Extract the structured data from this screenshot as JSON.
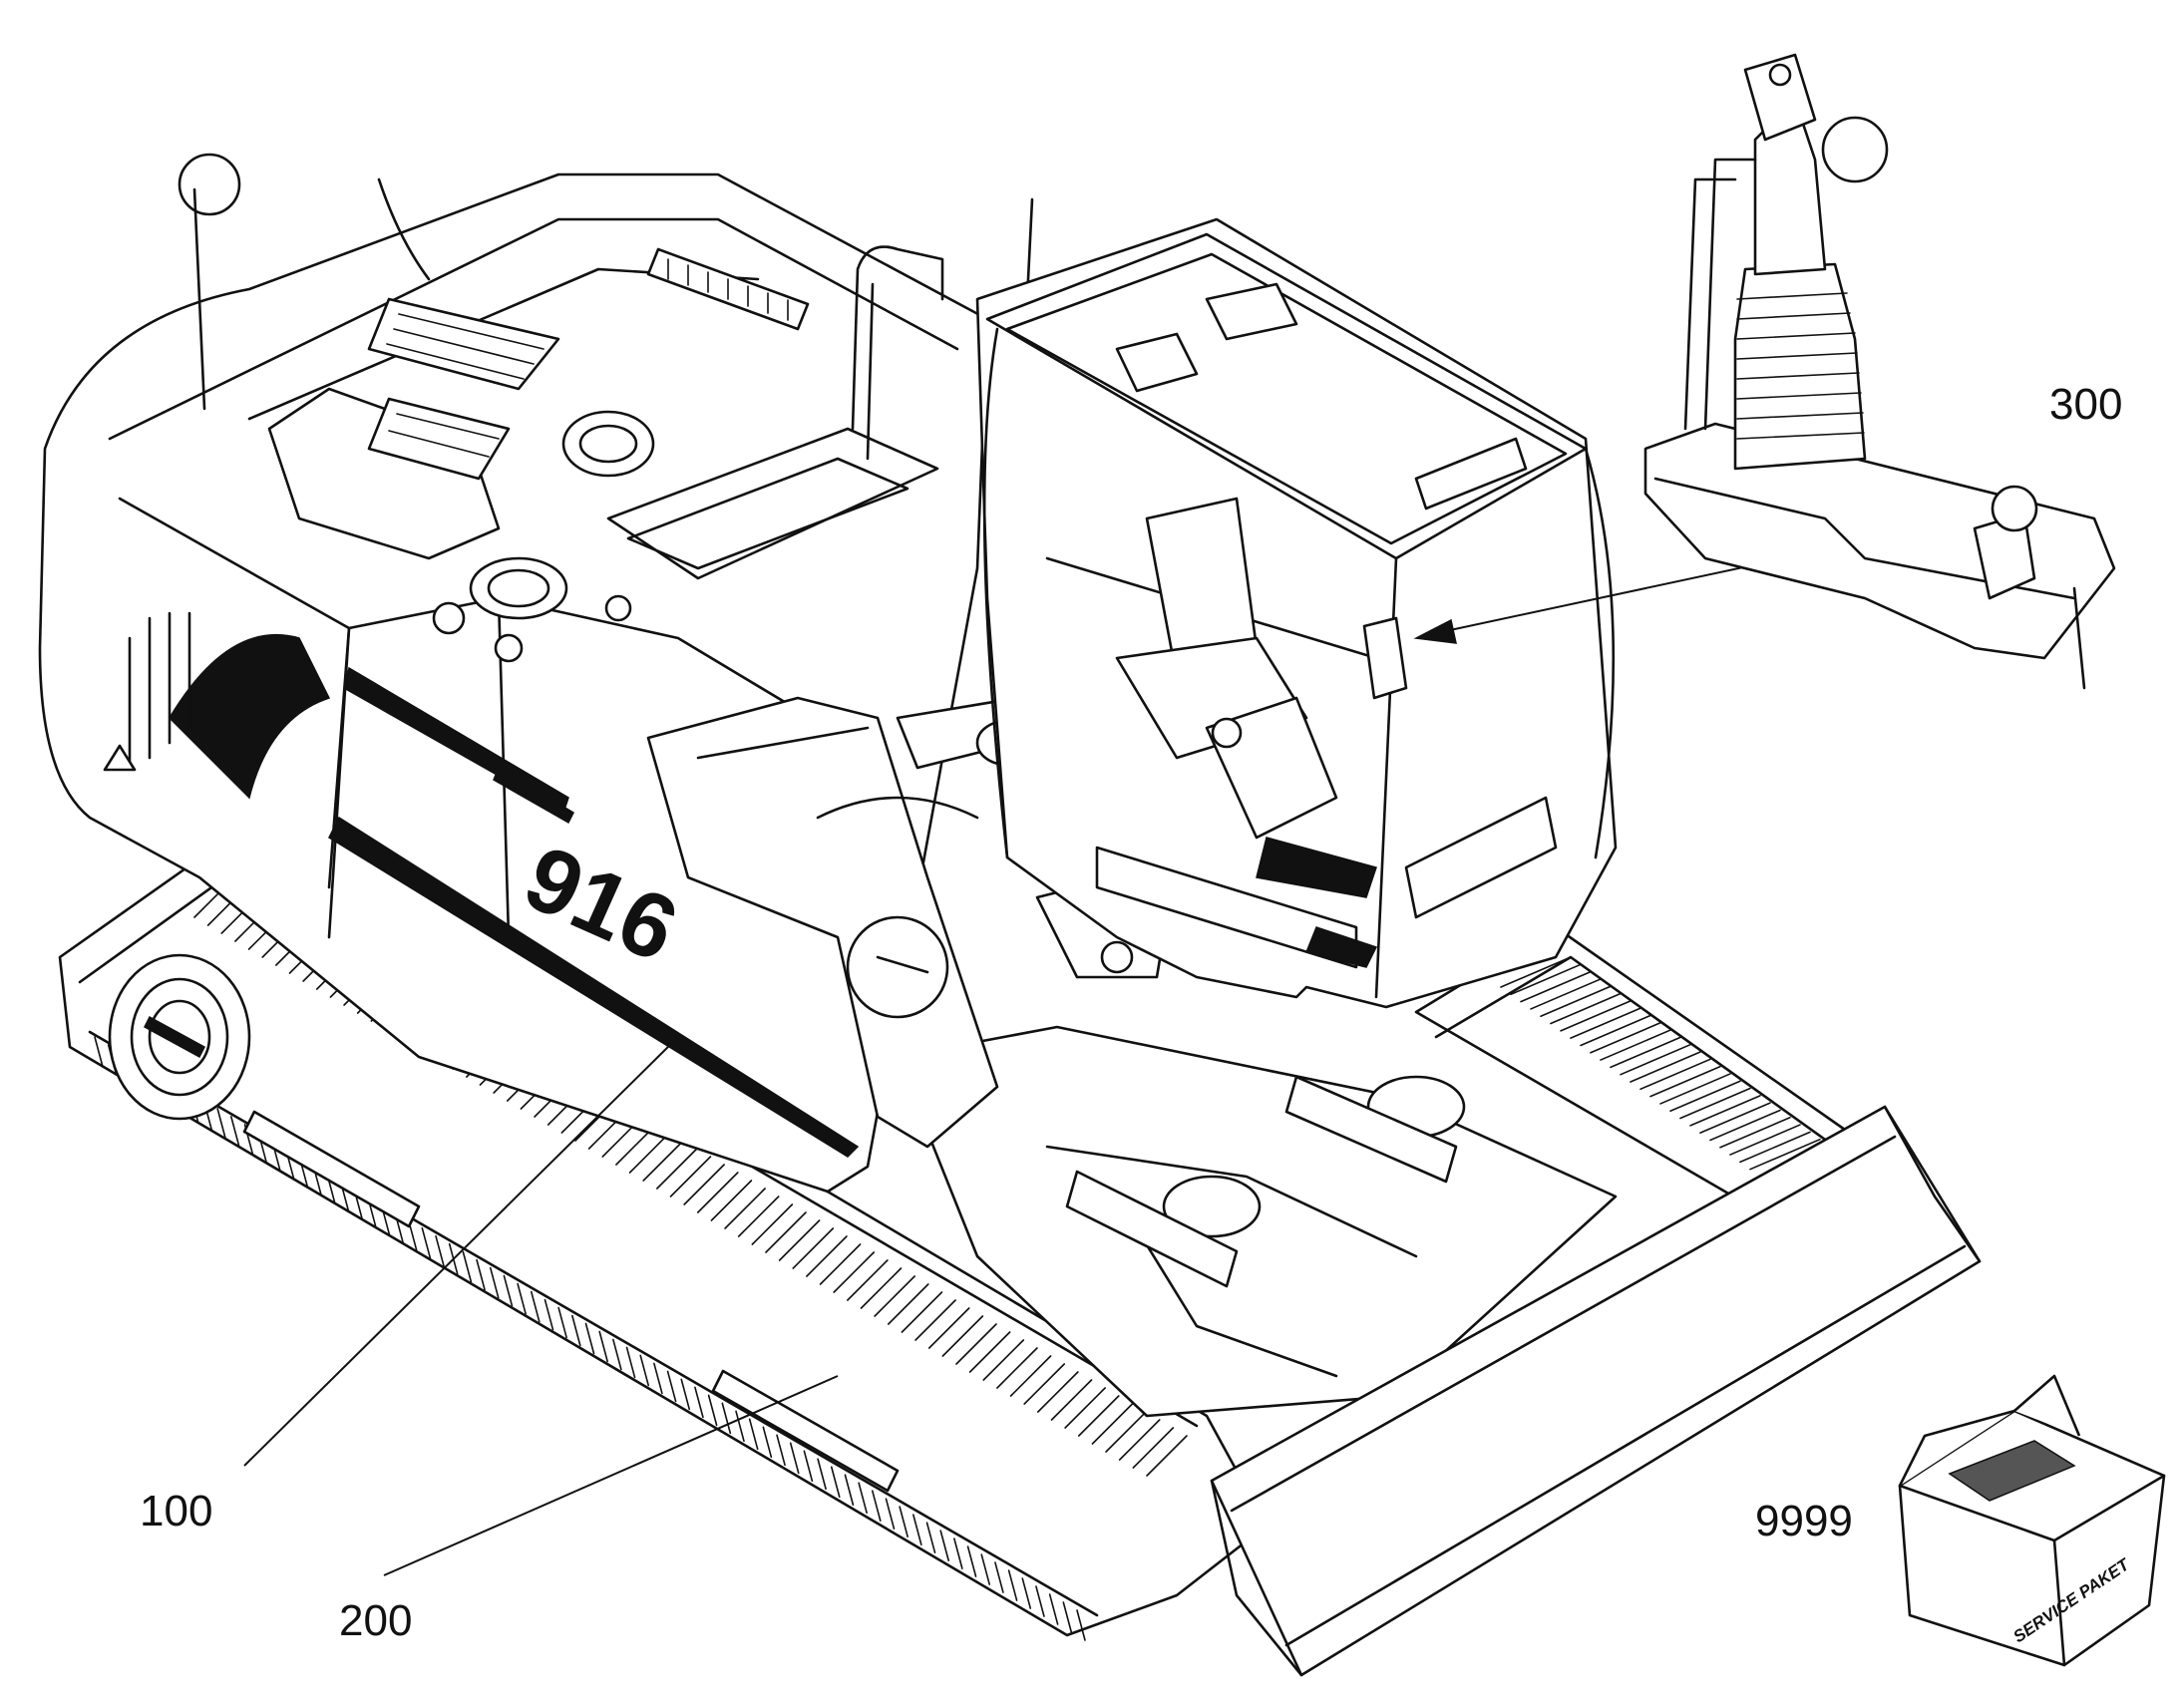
{
  "callouts": {
    "c100": "100",
    "c200": "200",
    "c300": "300",
    "c9999": "9999"
  },
  "model_number": "916",
  "service_box_label": "SERVICE PAKET",
  "icons": {
    "warning": "warning-triangle-icon",
    "box": "service-box-icon",
    "joystick": "joystick-icon"
  },
  "colors": {
    "line": "#111111",
    "background": "#ffffff"
  }
}
